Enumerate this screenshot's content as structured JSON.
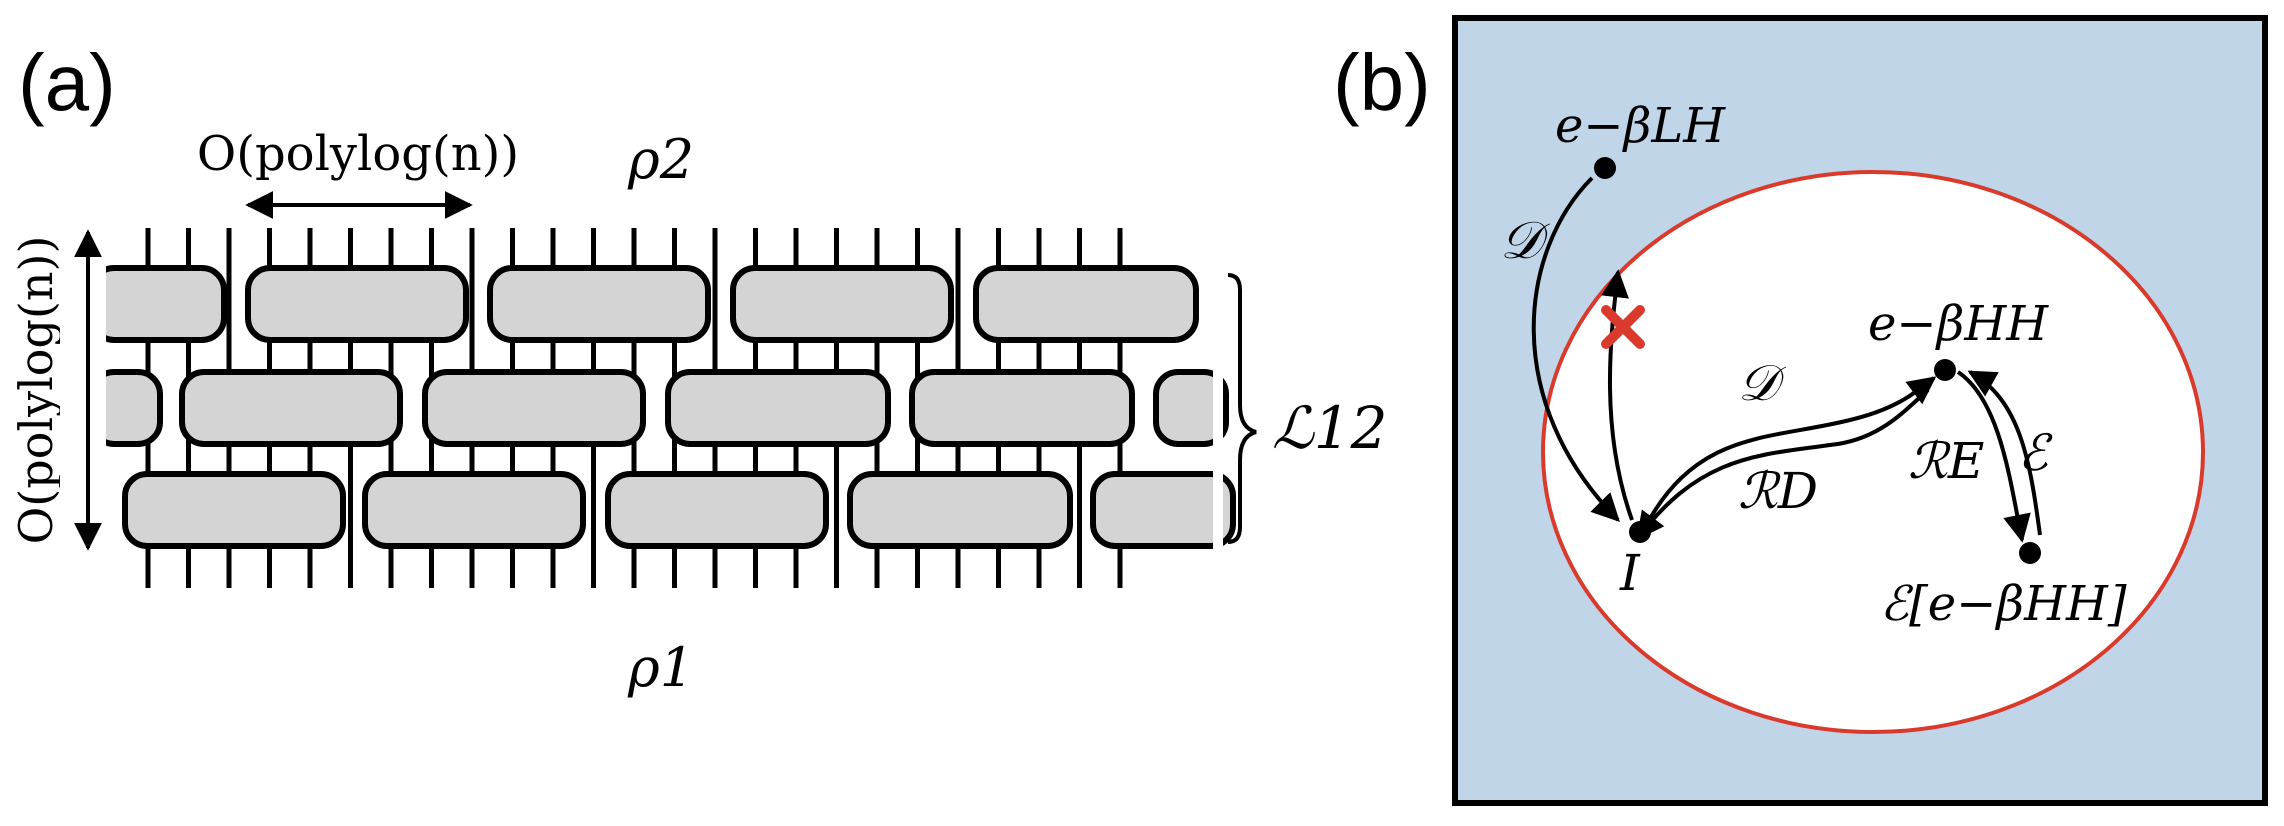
{
  "panel_a": {
    "label": "(a)",
    "horizontal_scale": "O(polylog(n))",
    "vertical_scale": "O(polylog(n))",
    "top_state": "ρ2",
    "bottom_state": "ρ1",
    "layer_label": "ℒ12"
  },
  "panel_b": {
    "label": "(b)",
    "background_color": "#c0d5e8",
    "region_border_color": "#d93a2b",
    "forbidden_mark_color": "#d93a2b",
    "points": {
      "low_temp_state": "e−βLH",
      "high_temp_state": "e−βHH",
      "identity": "I",
      "channel_output": "ℰ[e−βHH]"
    },
    "arrow_labels": {
      "depolarize_left": "𝒟",
      "depolarize_middle": "𝒟",
      "recovery_d": "ℛD",
      "recovery_e": "ℛE",
      "channel": "ℰ"
    }
  }
}
